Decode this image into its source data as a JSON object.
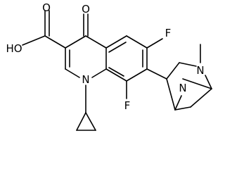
{
  "molecule": {
    "atoms": {
      "carboxyl_hydroxyl": "HO",
      "carboxyl_oxygen": "O",
      "keto_oxygen": "O",
      "fluorine_6": "F",
      "fluorine_8": "F",
      "ring_nitrogen": "N",
      "bridge_nitrogen_methyl": "N",
      "bridge_nitrogen": "N"
    },
    "substituents": [
      "carboxylic acid",
      "ketone",
      "fluoro",
      "fluoro",
      "cyclopropyl",
      "methyl-diazabicycloheptane"
    ]
  }
}
